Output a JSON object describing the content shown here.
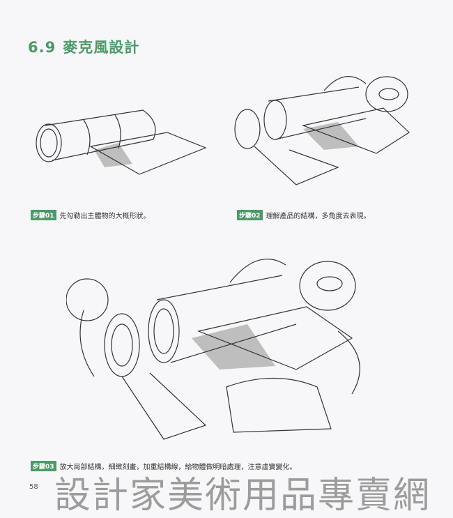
{
  "section": {
    "number": "6.9",
    "title": "麥克風設計"
  },
  "steps": [
    {
      "badge": "步驟01",
      "text": "先勾勒出主體物的大概形狀。"
    },
    {
      "badge": "步驟02",
      "text": "理解產品的結構，多角度去表現。"
    },
    {
      "badge": "步驟03",
      "text": "放大局部結構，細緻刻畫，加重結構線，給物體做明暗處理，注意虛實變化。"
    }
  ],
  "page_number": "58",
  "watermark": "設計家美術用品專賣網"
}
